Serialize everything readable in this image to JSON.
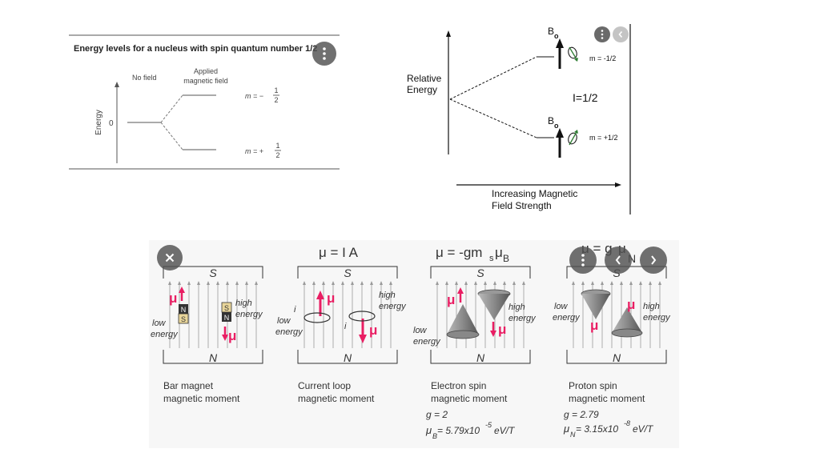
{
  "panel1": {
    "title": "Energy levels for a nucleus with spin quantum number 1/2",
    "no_field": "No field",
    "applied_1": "Applied",
    "applied_2": "magnetic field",
    "y_axis": "Energy",
    "zero": "0",
    "m_upper": "m = −",
    "m_lower": "m = +",
    "half_num": "1",
    "half_den": "2"
  },
  "panel2": {
    "relative_1": "Relative",
    "relative_2": "Energy",
    "b0": "B",
    "b0_sub": "o",
    "m_upper": "m = -1/2",
    "m_lower": "m = +1/2",
    "spin": "I=1/2",
    "x_axis_1": "Increasing Magnetic",
    "x_axis_2": "Field Strength"
  },
  "panel3": {
    "eq1": "μ = I A",
    "eq2_main": "μ = -gm",
    "eq2_sub1": "s",
    "eq2_mu": "μ",
    "eq2_sub2": "B",
    "eq3_main": "μ = g",
    "eq3_mu": "μ",
    "eq3_sub": "N",
    "S": "S",
    "N": "N",
    "mu": "μ",
    "i": "i",
    "high": "high",
    "low": "low",
    "energy": "energy",
    "bar_1": "Bar magnet",
    "bar_2": "magnetic moment",
    "loop_1": "Current loop",
    "loop_2": "magnetic moment",
    "elec_1": "Electron spin",
    "elec_2": "magnetic moment",
    "elec_g": "g = 2",
    "elec_mu": "μ",
    "elec_mu_sub": "B",
    "elec_val": " = 5.79x10",
    "elec_exp": "-5",
    "elec_unit": "eV/T",
    "prot_1": "Proton spin",
    "prot_2": "magnetic moment",
    "prot_g": "g = 2.79",
    "prot_mu": "μ",
    "prot_mu_sub": "N",
    "prot_val": " = 3.15x10",
    "prot_exp": "-8",
    "prot_unit": "eV/T",
    "magnet_N": "N",
    "magnet_S": "S"
  },
  "icons": {
    "more": "more-vertical-icon",
    "close": "close-icon",
    "prev": "chevron-left-icon",
    "next": "chevron-right-icon"
  }
}
